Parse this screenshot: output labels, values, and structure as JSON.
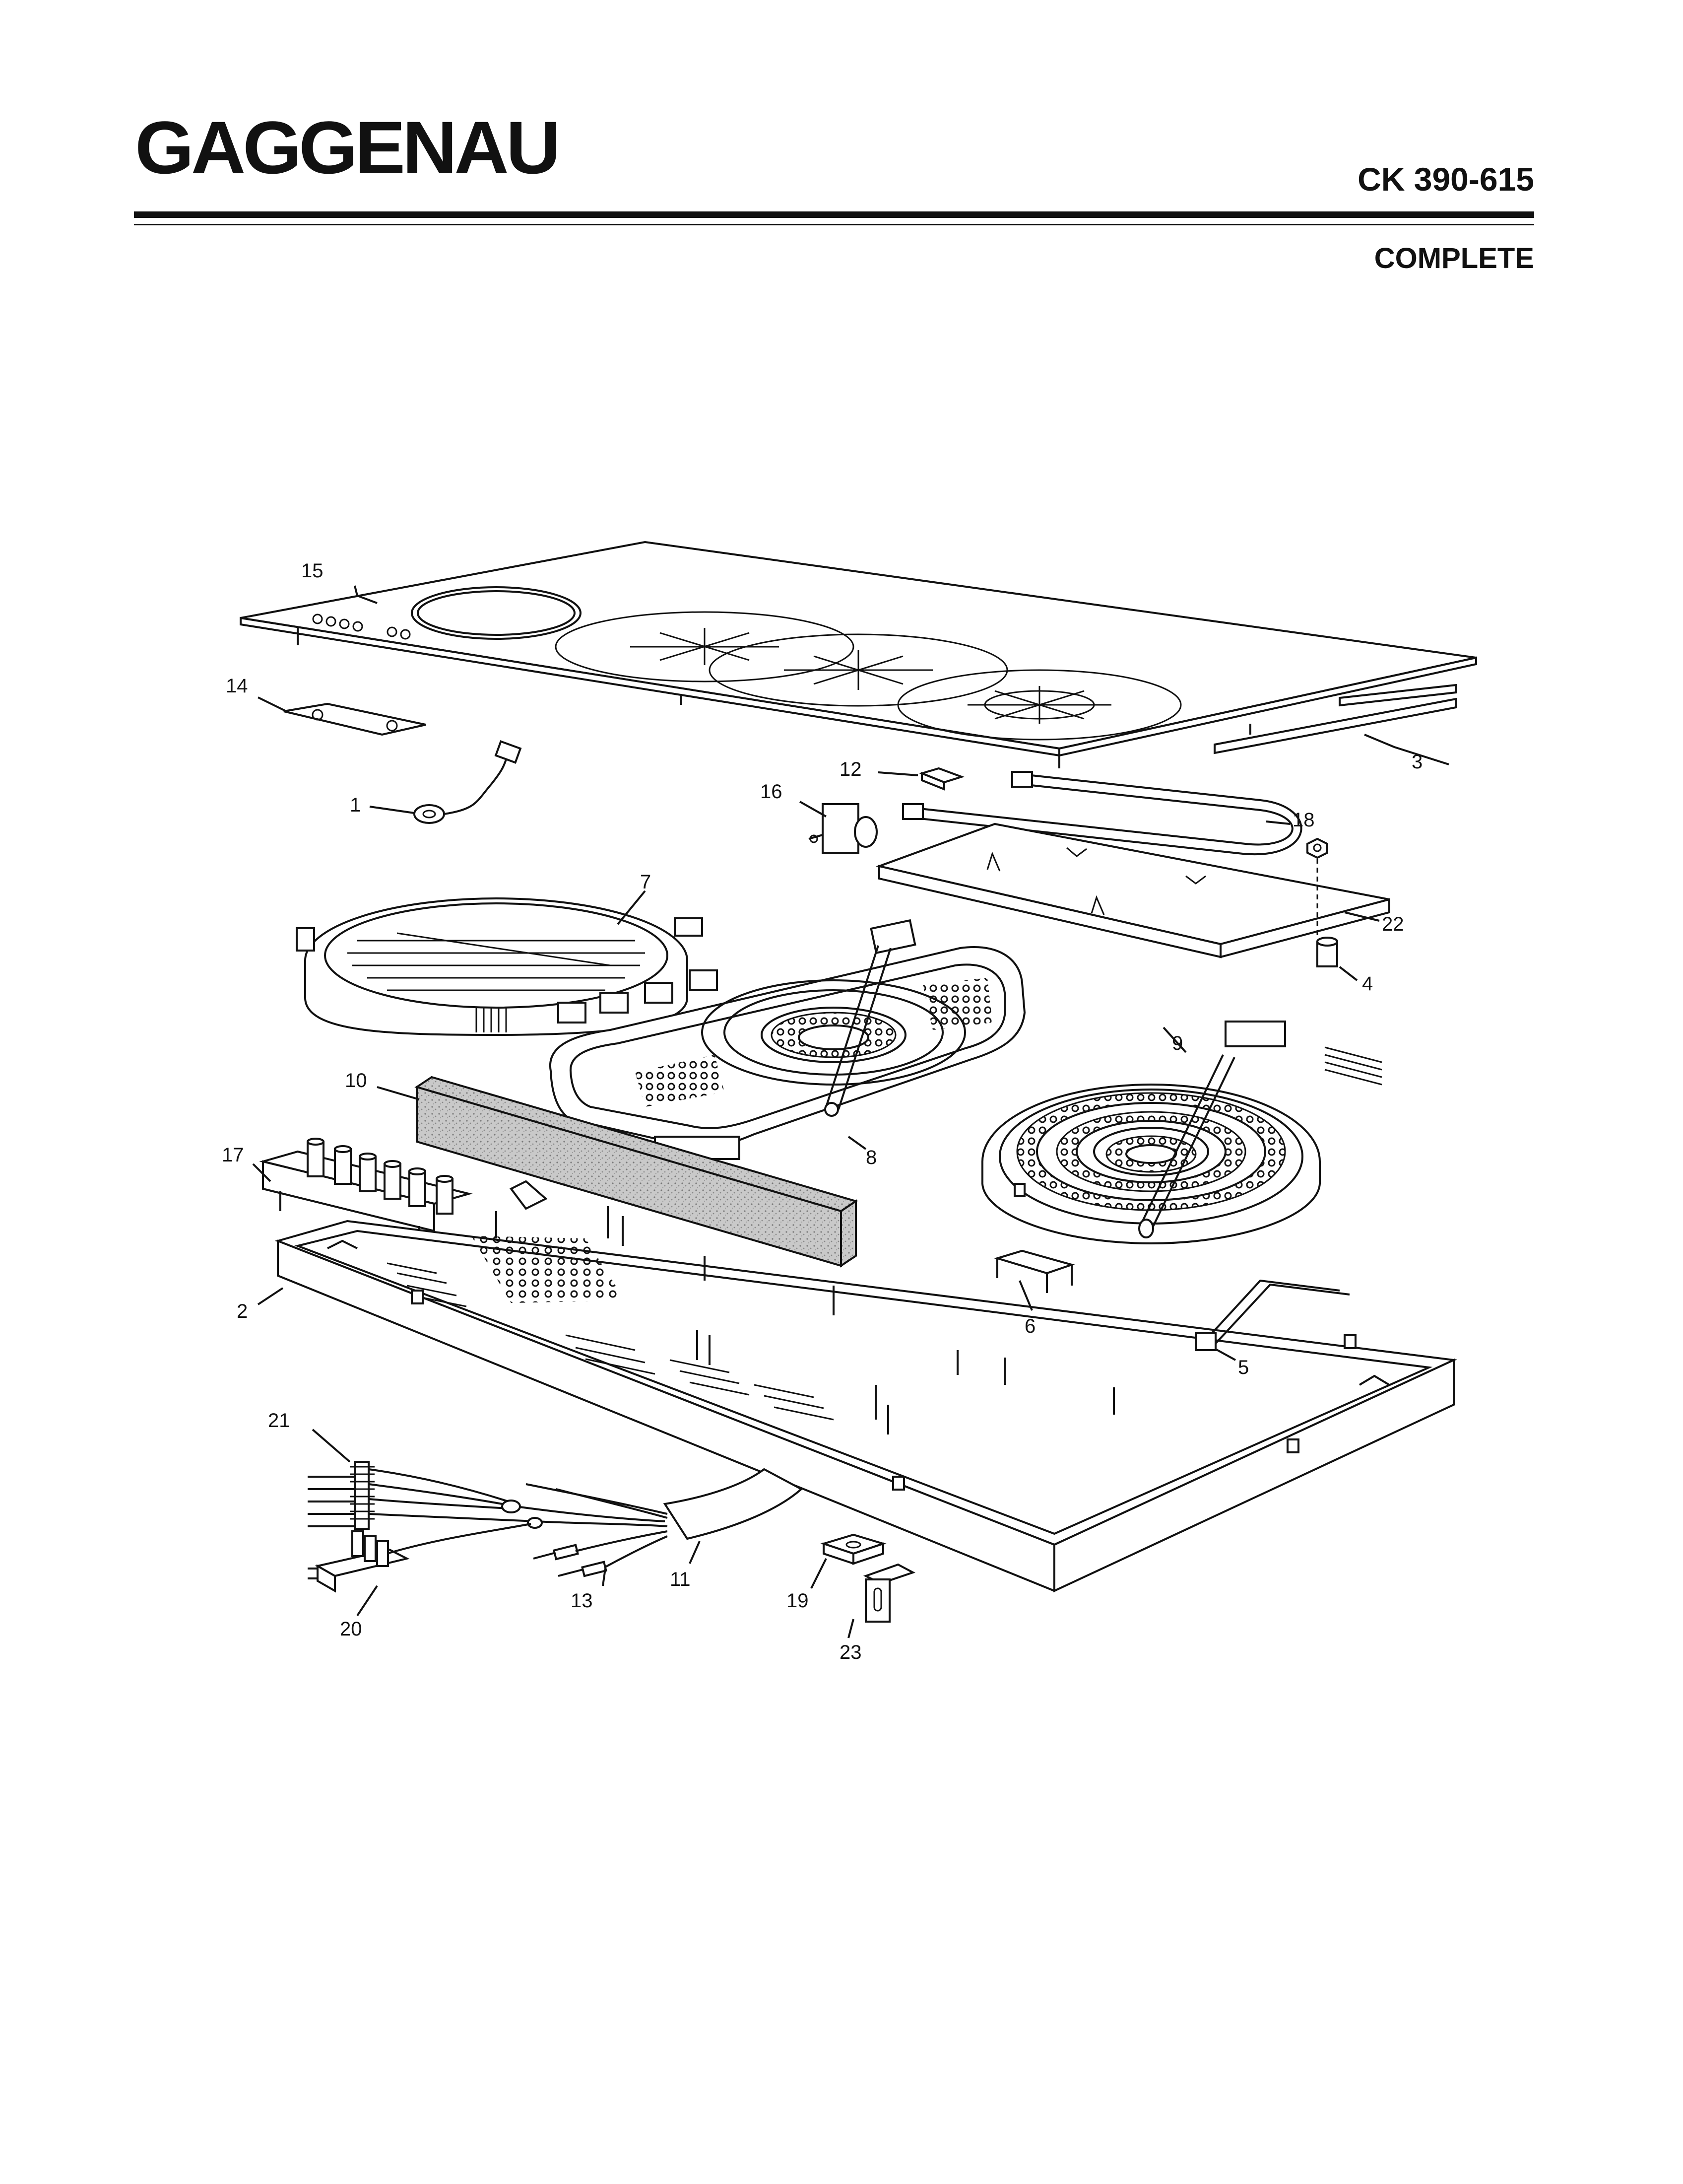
{
  "header": {
    "brand": "GAGGENAU",
    "model": "CK 390-615",
    "section": "COMPLETE"
  },
  "callouts": [
    {
      "id": "c1",
      "label": "1"
    },
    {
      "id": "c2",
      "label": "2"
    },
    {
      "id": "c3",
      "label": "3"
    },
    {
      "id": "c4",
      "label": "4"
    },
    {
      "id": "c5",
      "label": "5"
    },
    {
      "id": "c6",
      "label": "6"
    },
    {
      "id": "c7",
      "label": "7"
    },
    {
      "id": "c8",
      "label": "8"
    },
    {
      "id": "c9",
      "label": "9"
    },
    {
      "id": "c10",
      "label": "10"
    },
    {
      "id": "c11",
      "label": "11"
    },
    {
      "id": "c12",
      "label": "12"
    },
    {
      "id": "c13",
      "label": "13"
    },
    {
      "id": "c14",
      "label": "14"
    },
    {
      "id": "c15",
      "label": "15"
    },
    {
      "id": "c16",
      "label": "16"
    },
    {
      "id": "c17",
      "label": "17"
    },
    {
      "id": "c18",
      "label": "18"
    },
    {
      "id": "c19",
      "label": "19"
    },
    {
      "id": "c20",
      "label": "20"
    },
    {
      "id": "c21",
      "label": "21"
    },
    {
      "id": "c22",
      "label": "22"
    },
    {
      "id": "c23",
      "label": "23"
    }
  ]
}
